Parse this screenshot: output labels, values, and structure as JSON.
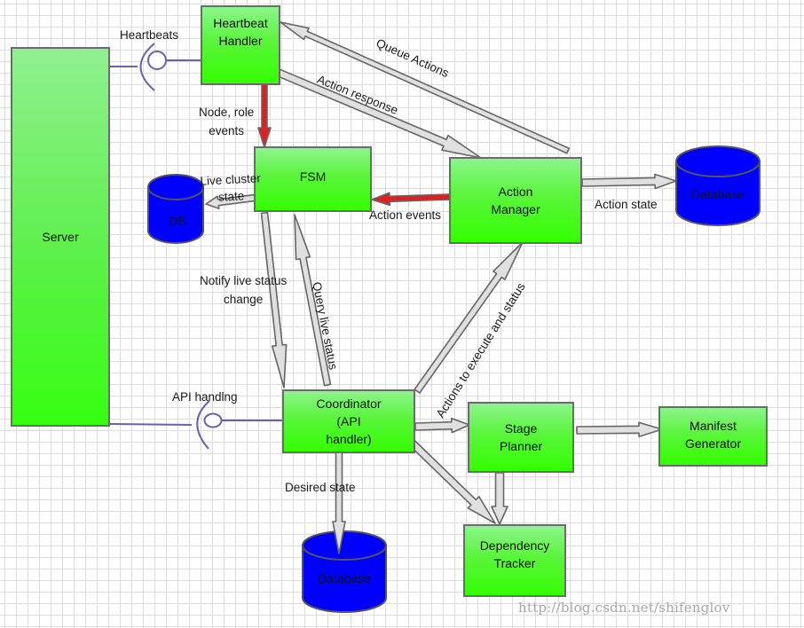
{
  "diagram": {
    "nodes": {
      "server": "Server",
      "heartbeat_handler": "Heartbeat\nHandler",
      "fsm": "FSM",
      "action_manager": "Action\nManager",
      "coordinator": "Coordinator\n(API\nhandler)",
      "stage_planner": "Stage\nPlanner",
      "manifest_generator": "Manifest\nGenerator",
      "dependency_tracker": "Dependency\nTracker"
    },
    "databases": {
      "db_small": "DB",
      "db_action": "Database",
      "db_desired": "Database"
    },
    "labels": {
      "heartbeats": "Heartbeats",
      "api_handling": "API handlng",
      "queue_actions": "Queue Actions",
      "action_response": "Action response",
      "node_role_events": "Node, role\nevents",
      "live_cluster_state": "Live cluster\nstate",
      "action_events": "Action events",
      "action_state": "Action state",
      "notify_live_status": "Notify live status\nchange",
      "query_live_status": "Query live status",
      "actions_to_execute": "Actions to execute and status",
      "desired_state": "Desired state"
    },
    "colors": {
      "node_fill_top": "#8cf58c",
      "node_fill_bottom": "#33ff00",
      "database_fill": "#0000ff",
      "event_arrow": "#e02020",
      "flow_arrow": "#e0e0e0",
      "interface_line": "#6a5fb0",
      "border": "#6b6b6b"
    }
  },
  "watermark": "http://blog.csdn.net/shifenglov"
}
